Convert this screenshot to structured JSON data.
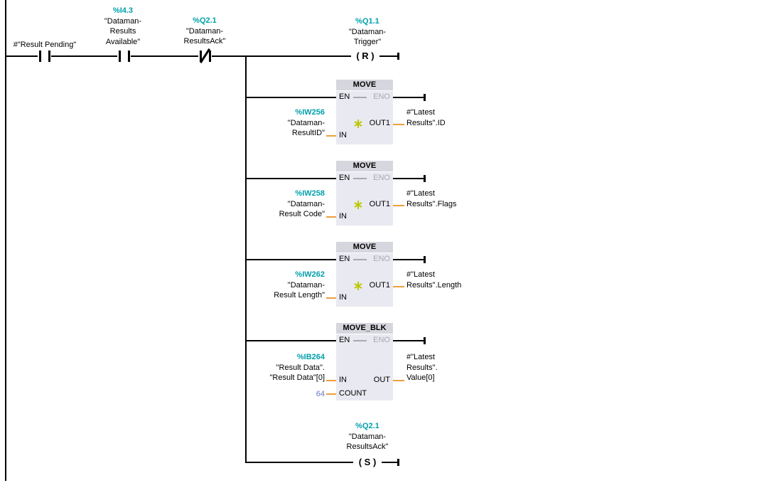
{
  "colors": {
    "address_teal": "#00A0AC",
    "operand_wire_orange": "#EDA03C",
    "constant_blue": "#6A75C8",
    "block_header_bg": "#D6D6DE",
    "block_body_bg": "#E9E9F1",
    "disabled_pin_gray": "#A9A9B2",
    "insert_output_star_green": "#BCC800",
    "rail_black": "#000000"
  },
  "contacts": [
    {
      "type": "NO",
      "label": "#\"Result Pending\""
    },
    {
      "type": "NO",
      "address": "%I4.3",
      "name1": "\"Dataman-",
      "name2": "Results",
      "name3": "Available\""
    },
    {
      "type": "NC",
      "address": "%Q2.1",
      "name1": "\"Dataman-",
      "name2": "ResultsAck\""
    }
  ],
  "reset_coil": {
    "address": "%Q1.1",
    "name1": "\"Dataman-",
    "name2": "Trigger\"",
    "symbol": "( R )"
  },
  "set_coil": {
    "address": "%Q2.1",
    "name1": "\"Dataman-",
    "name2": "ResultsAck\"",
    "symbol": "( S )"
  },
  "blocks": [
    {
      "title": "MOVE",
      "en": "EN",
      "eno": "ENO",
      "in_pin": "IN",
      "out_pin": "OUT1",
      "in_addr": "%IW256",
      "in_name1": "\"Dataman-",
      "in_name2": "ResultID\"",
      "out_line1": "#\"Latest",
      "out_line2": "Results\".ID"
    },
    {
      "title": "MOVE",
      "en": "EN",
      "eno": "ENO",
      "in_pin": "IN",
      "out_pin": "OUT1",
      "in_addr": "%IW258",
      "in_name1": "\"Dataman-",
      "in_name2": "Result Code\"",
      "out_line1": "#\"Latest",
      "out_line2": "Results\".Flags"
    },
    {
      "title": "MOVE",
      "en": "EN",
      "eno": "ENO",
      "in_pin": "IN",
      "out_pin": "OUT1",
      "in_addr": "%IW262",
      "in_name1": "\"Dataman-",
      "in_name2": "Result Length\"",
      "out_line1": "#\"Latest",
      "out_line2": "Results\".Length"
    },
    {
      "title": "MOVE_BLK",
      "en": "EN",
      "eno": "ENO",
      "in_pin": "IN",
      "count_pin": "COUNT",
      "count_value": "64",
      "out_pin": "OUT",
      "in_addr": "%IB264",
      "in_name1": "\"Result Data\".",
      "in_name2": "\"Result Data\"[0]",
      "out_line1": "#\"Latest",
      "out_line2": "Results\".",
      "out_line3": "Value[0]"
    }
  ]
}
